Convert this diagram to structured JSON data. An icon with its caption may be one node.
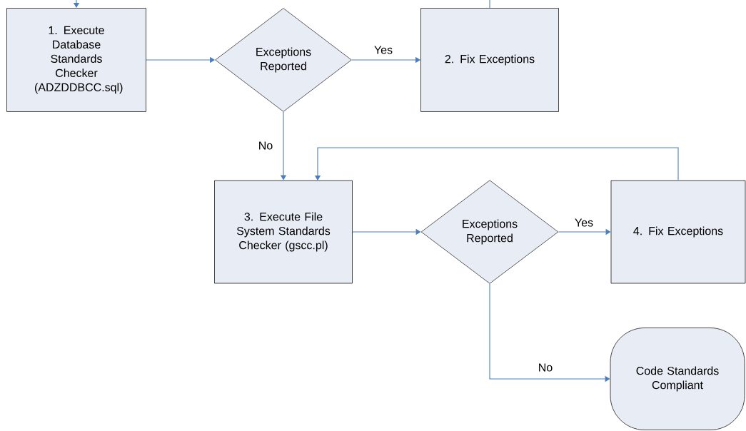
{
  "diagram": {
    "nodes": [
      {
        "text": [
          "1. Execute Database Standards Checker (ADZDDBCC.sql)"
        ]
      },
      {
        "text": [
          "Exceptions Reported"
        ]
      },
      {
        "text": [
          "2. Fix Exceptions"
        ]
      },
      {
        "text": [
          "3. Execute File System Standards Checker (gscc.pl)"
        ]
      },
      {
        "text": [
          "Exceptions Reported"
        ]
      },
      {
        "text": [
          "4. Fix Exceptions"
        ]
      },
      {
        "text": [
          "Code Standards Compliant"
        ]
      }
    ],
    "edges": [
      {
        "from": null,
        "to": 0,
        "arrow": "to"
      },
      {
        "from": 0,
        "to": 1,
        "arrow": "to"
      },
      {
        "from": 1,
        "to": 2,
        "arrow": "to",
        "label": "Yes"
      },
      {
        "from": 2,
        "to": null,
        "arrow": "none"
      },
      {
        "from": 1,
        "to": 3,
        "arrow": "to",
        "label": "No"
      },
      {
        "from": 3,
        "to": 4,
        "arrow": "to"
      },
      {
        "from": 4,
        "to": 5,
        "arrow": "to",
        "label": "Yes"
      },
      {
        "from": 5,
        "to": 3,
        "arrow": "to"
      },
      {
        "from": 4,
        "to": 6,
        "arrow": "to",
        "label": "No"
      }
    ]
  }
}
